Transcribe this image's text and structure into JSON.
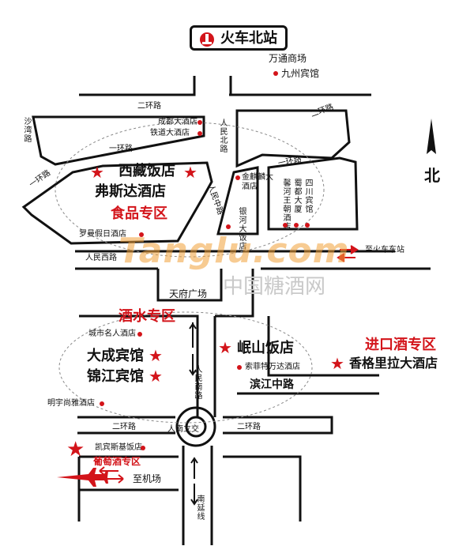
{
  "colors": {
    "road": "#111111",
    "accent": "#d3141a",
    "watermark_orange": "#f2a23a",
    "watermark_gray": "#c9c9c9"
  },
  "station": {
    "label": "火车北站",
    "icon": "railway-icon"
  },
  "compass": {
    "label": "北",
    "icon": "north-arrow-icon"
  },
  "roads": {
    "ring2_top": "二环路",
    "ring2_right": "二环路",
    "ring1_top": "一环路",
    "ring1_right": "一环路",
    "ring1_left": "一环路",
    "shawan": "沙湾路",
    "renmin_north": "人民北路",
    "renmin_middle": "人民中路",
    "renmin_west": "人民西路",
    "renmin_south": "人民南路",
    "binjiang": "滨江中路",
    "ring2_bottom_left": "二环路",
    "ring2_bottom_right": "二环路",
    "south_ext": "南延线",
    "to_east_station": "至火车东站",
    "to_airport": "至机场",
    "square": "天府广场",
    "interchange": "人南立交"
  },
  "hotels": {
    "wantong": "万通商场",
    "jiuzhou": "九州宾馆",
    "chengdu": "成都大酒店",
    "tiedao": "铁道大酒店",
    "xizang": "西藏饭店",
    "fusida": "弗斯达酒店",
    "jinqilin": "金麒麟大酒店",
    "luoman": "罗曼假日酒店",
    "xinhuiyuan": "馨河王朝酒店",
    "shudu": "蜀都大厦",
    "sichuan": "四川宾馆",
    "yinhe": "银河大饭店",
    "chengshi": "城市名人酒店",
    "dacheng": "大成宾馆",
    "jinjiang": "锦江宾馆",
    "minshan": "岷山饭店",
    "sofitel": "索菲特万达酒店",
    "mingyu": "明宇尚雅酒店",
    "shangrila": "香格里拉大酒店",
    "kempinski": "凯宾斯基饭店"
  },
  "zones": {
    "food": "食品专区",
    "liquor": "酒水专区",
    "import": "进口酒专区",
    "wine": "葡萄酒专区"
  },
  "watermark": {
    "brand": "Tanglu.com",
    "cn": "中国糖酒网"
  }
}
